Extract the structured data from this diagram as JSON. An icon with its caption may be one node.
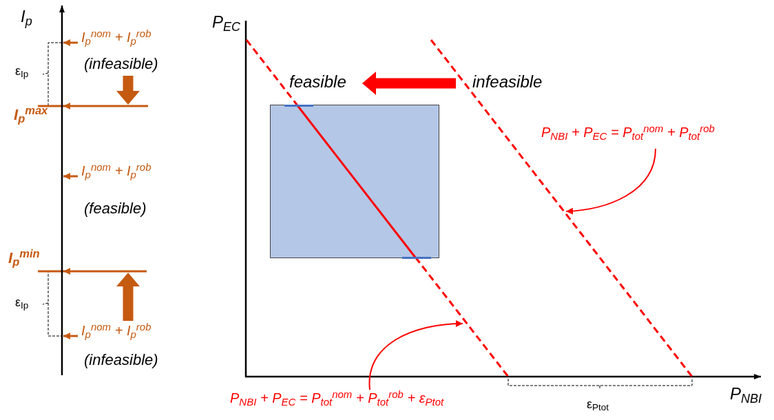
{
  "diagram": {
    "nodes": [
      {
        "text": [
          "I$_{p}$$^{nom}$ + I$_{p}$$^{rob}$",
          "(infeasible)"
        ]
      },
      {
        "text": [],
        "shape": "bar",
        "beside": [
          "I$_{p}$$^{max}$"
        ]
      },
      {
        "text": [
          "I$_{p}$$^{nom}$ + I$_{p}$$^{rob}$",
          "(feasible)"
        ]
      },
      {
        "text": [],
        "shape": "bar",
        "beside": [
          "I$_{p}$$^{min}$"
        ]
      },
      {
        "text": [
          "I$_{p}$$^{nom}$ + I$_{p}$$^{rob}$",
          "(infeasible)"
        ]
      },
      {
        "text": [],
        "shape": "box"
      },
      {
        "text": [
          "feasible"
        ]
      },
      {
        "text": [
          "infeasible"
        ]
      },
      {
        "text": [],
        "shape": "line"
      },
      {
        "text": [],
        "shape": "line"
      },
      {
        "text": [
          "P$_{NBI}$ + P$_{EC}$ = P$_{tot}$$^{nom}$ + P$_{tot}$$^{rob}$"
        ]
      },
      {
        "text": [
          "P$_{NBI}$ + P$_{EC}$ = P$_{tot}$$^{nom}$ + P$_{tot}$$^{rob}$ + ε$_{Ptot}$"
        ]
      },
      {
        "text": [],
        "shape": "line"
      }
    ],
    "edges": [
      {
        "from": 0,
        "to": 12,
        "arrow": "to"
      },
      {
        "from": 0,
        "to": 1,
        "arrow": "to",
        "style": "thick"
      },
      {
        "from": 2,
        "to": 12,
        "arrow": "to"
      },
      {
        "from": 4,
        "to": 3,
        "arrow": "to",
        "style": "thick"
      },
      {
        "from": 4,
        "to": 12,
        "arrow": "to"
      },
      {
        "from": 7,
        "to": 6,
        "arrow": "to",
        "style": "thick",
        "color": "#ff0000"
      },
      {
        "from": 10,
        "to": 9,
        "arrow": "to",
        "color": "#ff0000"
      },
      {
        "from": 11,
        "to": 8,
        "arrow": "to",
        "color": "#ff0000"
      }
    ],
    "labels": [
      "I$_{p}$",
      "ε$_{Ip}$",
      "ε$_{Ip}$",
      "P$_{EC}$",
      "P$_{NBI}$",
      "ε$_{Ptot}$"
    ]
  }
}
